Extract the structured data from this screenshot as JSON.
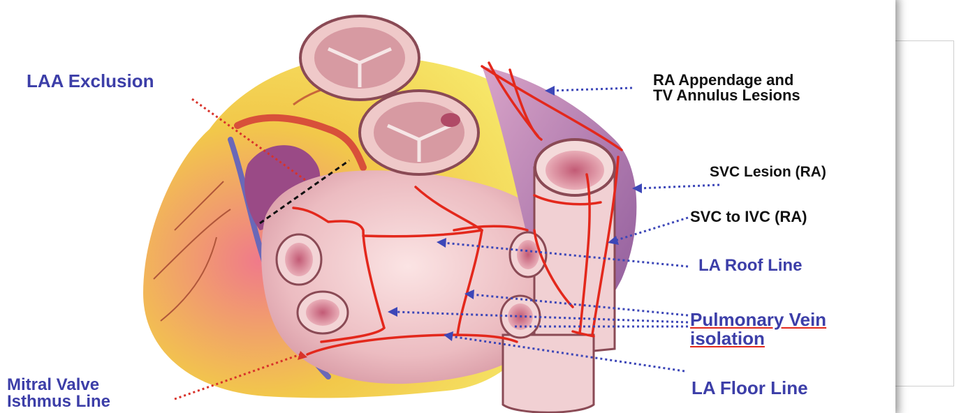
{
  "labels": {
    "laa_exclusion": "LAA Exclusion",
    "ra_appendage_line1": "RA Appendage and",
    "ra_appendage_line2": "TV Annulus Lesions",
    "svc_lesion": "SVC Lesion (RA)",
    "svc_to_ivc": "SVC to IVC  (RA)",
    "la_roof_line": "LA Roof Line",
    "pulmonary_vein_line1": "Pulmonary Vein",
    "pulmonary_vein_line2": "isolation",
    "la_floor_line": "LA Floor Line",
    "mitral_valve_line1": "Mitral Valve",
    "mitral_valve_line2": "Isthmus Line"
  },
  "colors": {
    "label_blue": "#3c3ea8",
    "label_black": "#111111",
    "lesion_red": "#e3281c",
    "arrow_blue": "#3d47b8",
    "arrow_red": "#d8322a"
  }
}
